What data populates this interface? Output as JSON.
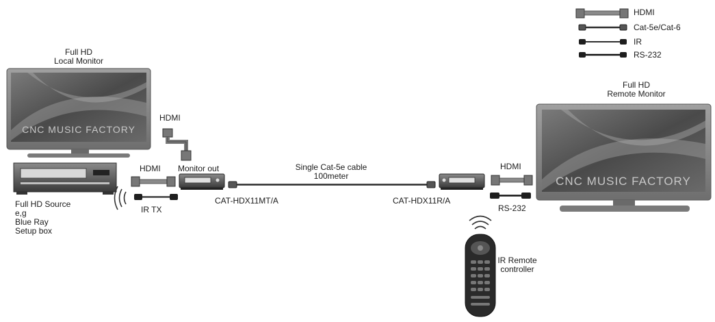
{
  "legend": [
    {
      "id": "hdmi",
      "label": "HDMI"
    },
    {
      "id": "cat",
      "label": "Cat-5e/Cat-6"
    },
    {
      "id": "ir",
      "label": "IR"
    },
    {
      "id": "rs232",
      "label": "RS-232"
    }
  ],
  "local_monitor": {
    "line1": "Full HD",
    "line2": "Local Monitor",
    "screen_text": "CNC MUSIC FACTORY"
  },
  "remote_monitor": {
    "line1": "Full HD",
    "line2": "Remote Monitor",
    "screen_text": "CNC MUSIC FACTORY"
  },
  "source": {
    "line1": "Full HD Source",
    "line2": "e,g",
    "line3": "Blue Ray",
    "line4": "Setup box"
  },
  "labels": {
    "hdmi_top": "HDMI",
    "hdmi_left": "HDMI",
    "monitor_out": "Monitor out",
    "ir_tx": "IR TX",
    "transmitter": "CAT-HDX11MT/A",
    "cable_line1": "Single Cat-5e cable",
    "cable_line2": "100meter",
    "receiver": "CAT-HDX11R/A",
    "hdmi_right": "HDMI",
    "rs232": "RS-232",
    "ir_remote_line1": "IR Remote",
    "ir_remote_line2": "controller"
  },
  "colors": {
    "device_dark": "#3a3a3a",
    "cable": "#2b2b2b",
    "screen_bg": "#5c5c5c",
    "bezel": "#8a8a8a"
  }
}
